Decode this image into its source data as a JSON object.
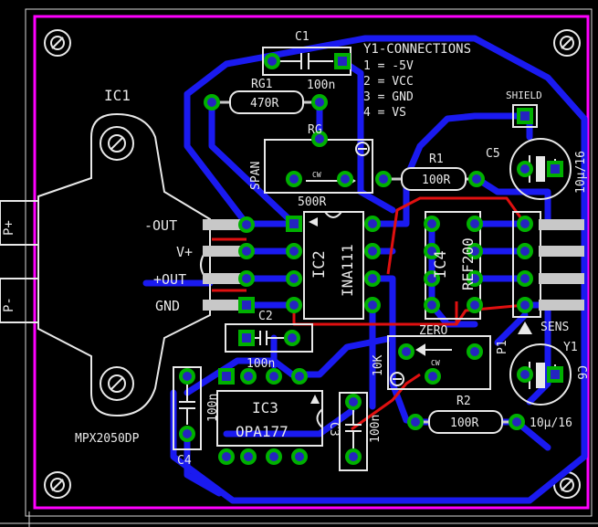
{
  "colors": {
    "background": "#000000",
    "board_outline": "#ff00ff",
    "bottom_trace": "#1a1af0",
    "top_trace": "#e01010",
    "pad_ring": "#00b000",
    "silkscreen": "#e8e8e8",
    "component_lead": "#c8c8c8",
    "pad_bg": "#2424c0"
  },
  "labels": {
    "c1": "C1",
    "c1_value": "100n",
    "rg1": "RG1",
    "rg1_value": "470R",
    "rg": "RG",
    "span": "SPAN",
    "cw1": "CW",
    "rg_value": "500R",
    "ic1": "IC1",
    "out_minus": "-OUT",
    "v_plus": "V+",
    "out_plus": "+OUT",
    "gnd": "GND",
    "p_plus": "P+",
    "p_minus": "P-",
    "mpx": "MPX2050DP",
    "ic2": "IC2",
    "ina": "INA111",
    "ic4": "IC4",
    "ref": "REF200",
    "r1": "R1",
    "r1_value": "100R",
    "c5": "C5",
    "c5_value": "10µ/16",
    "shield": "SHIELD",
    "y1_title": "Y1-CONNECTIONS",
    "y1_line1": "1 = -5V",
    "y1_line2": "2 = VCC",
    "y1_line3": "3 = GND",
    "y1_line4": "4 = VS",
    "sens": "SENS",
    "y1": "Y1",
    "c6": "C6",
    "c6_value": "10µ/16",
    "c2": "C2",
    "c2_value": "100n",
    "zero": "ZERO",
    "p1": "P1",
    "cw2": "CW",
    "r10k": "10K",
    "r2": "R2",
    "r2_value": "100R",
    "ic3": "IC3",
    "opa": "OPA177",
    "c4": "C4",
    "c4_value": "100n",
    "c3": "C3",
    "c3_value": "100n"
  }
}
